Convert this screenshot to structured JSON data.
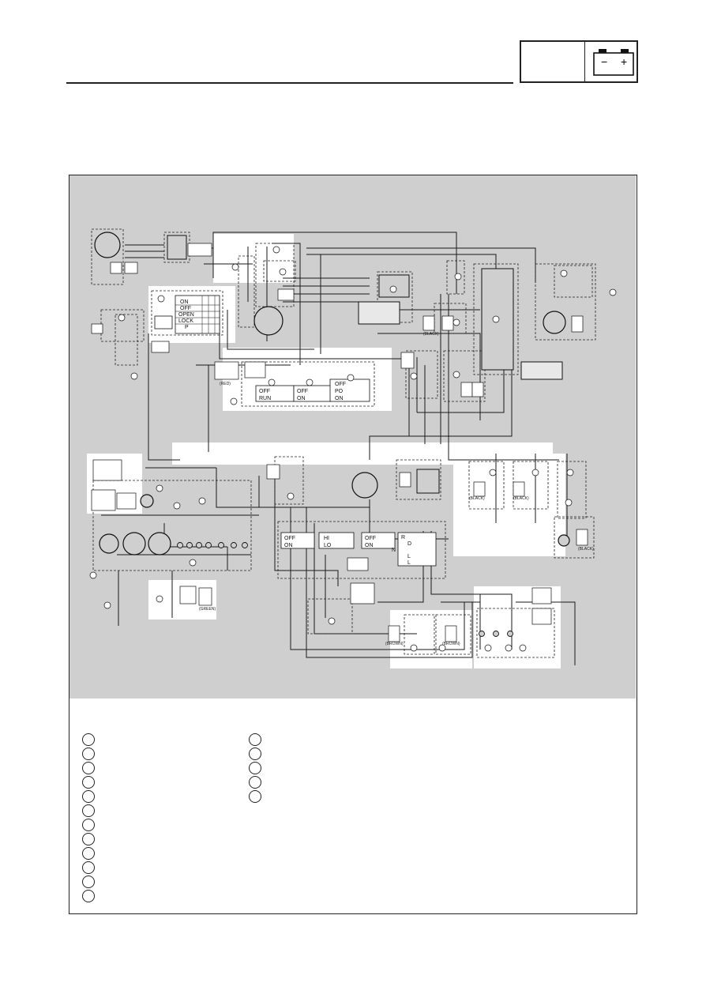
{
  "battery_icon": {
    "minus": "−",
    "plus": "+"
  },
  "ignition_switch": {
    "positions": [
      "ON",
      "OFF",
      "OPEN",
      "LOCK",
      "P"
    ]
  },
  "switch_a": {
    "positions": [
      "OFF",
      "RUN"
    ]
  },
  "switch_b": {
    "positions": [
      "OFF",
      "ON"
    ]
  },
  "switch_c": {
    "positions": [
      "OFF",
      "PO",
      "ON"
    ]
  },
  "switch_d": {
    "positions": [
      "OFF",
      "ON"
    ]
  },
  "dimmer_switch": {
    "positions": [
      "HI",
      "LO"
    ]
  },
  "switch_e": {
    "positions": [
      "OFF",
      "ON"
    ]
  },
  "gear_switch": {
    "positions": [
      "R",
      "D",
      "N",
      "L",
      "L"
    ]
  },
  "connector_colors": {
    "black": "(BLACK)",
    "brown": "(BROWN)",
    "green": "(GREEN)",
    "red": "(RED)"
  },
  "legend_count_left": 12,
  "legend_count_right": 5,
  "colors": {
    "panel": "#cfcfcf",
    "wire": "#1a1a1a",
    "frame": "#222222"
  }
}
